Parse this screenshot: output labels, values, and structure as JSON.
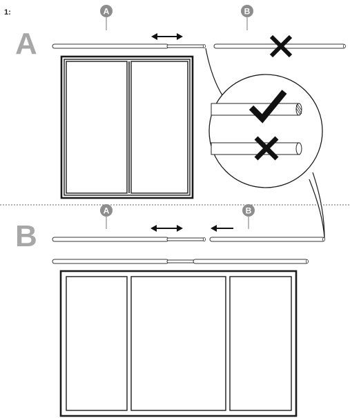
{
  "step_label": "1:",
  "sections": {
    "a": {
      "letter": "A",
      "callout_a": "A",
      "callout_b": "B"
    },
    "b": {
      "letter": "B",
      "callout_a": "A",
      "callout_b": "B"
    }
  },
  "colors": {
    "section_letter": "#a7a7a7",
    "callout_circle": "#8d8d8d",
    "line": "#1a1a1a",
    "divider": "#666666"
  },
  "icons": {
    "correct": "checkmark-icon",
    "wrong": "cross-icon",
    "direction": "arrow-icon"
  }
}
